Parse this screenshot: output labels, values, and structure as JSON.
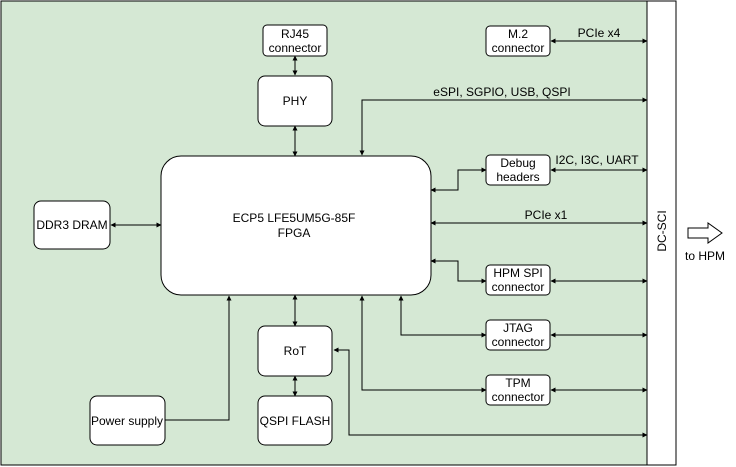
{
  "colors": {
    "board": "#d5e8d4",
    "box": "#ffffff",
    "line": "#000000"
  },
  "blocks": {
    "rj45": [
      "RJ45",
      "connector"
    ],
    "phy": [
      "PHY"
    ],
    "fpga": [
      "ECP5 LFE5UM5G-85F",
      "FPGA"
    ],
    "ddr3": [
      "DDR3 DRAM"
    ],
    "rot": [
      "RoT"
    ],
    "qspi_flash": [
      "QSPI FLASH"
    ],
    "power": [
      "Power supply"
    ],
    "m2": [
      "M.2",
      "connector"
    ],
    "debug": [
      "Debug",
      "headers"
    ],
    "hpm_spi": [
      "HPM SPI",
      "connector"
    ],
    "jtag": [
      "JTAG",
      "connector"
    ],
    "tpm": [
      "TPM",
      "connector"
    ]
  },
  "buses": {
    "pcie_x4": "PCIe x4",
    "espi": "eSPI, SGPIO, USB, QSPI",
    "i2c": "I2C, I3C, UART",
    "pcie_x1": "PCIe x1"
  },
  "edge": {
    "connector": "DC-SCI",
    "destination": "to HPM"
  }
}
